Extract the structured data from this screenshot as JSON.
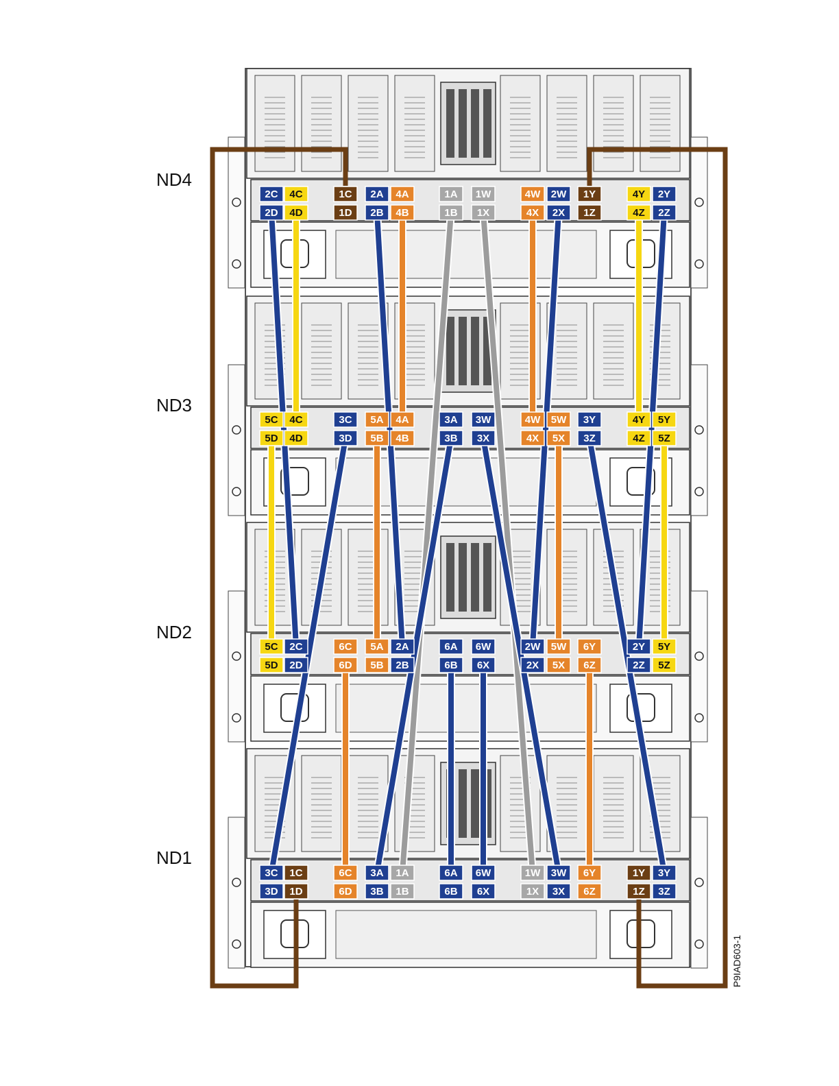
{
  "diagram": {
    "figure_id": "P9IAD603-1",
    "colors": {
      "blue": "#1f3f91",
      "orange": "#e5842a",
      "yellow": "#f6d712",
      "gray": "#a7a7a7",
      "brown": "#6b3e14"
    },
    "nodes": [
      {
        "id": "ND4",
        "label": "ND4"
      },
      {
        "id": "ND3",
        "label": "ND3"
      },
      {
        "id": "ND2",
        "label": "ND2"
      },
      {
        "id": "ND1",
        "label": "ND1"
      }
    ],
    "ports": {
      "ND4": [
        {
          "top": "2C",
          "bottom": "2D",
          "color": "blue"
        },
        {
          "top": "4C",
          "bottom": "4D",
          "color": "yellow"
        },
        {
          "top": "1C",
          "bottom": "1D",
          "color": "brown"
        },
        {
          "top": "2A",
          "bottom": "2B",
          "color": "blue"
        },
        {
          "top": "4A",
          "bottom": "4B",
          "color": "orange"
        },
        {
          "top": "1A",
          "bottom": "1B",
          "color": "gray"
        },
        {
          "top": "1W",
          "bottom": "1X",
          "color": "gray"
        },
        {
          "top": "4W",
          "bottom": "4X",
          "color": "orange"
        },
        {
          "top": "2W",
          "bottom": "2X",
          "color": "blue"
        },
        {
          "top": "1Y",
          "bottom": "1Z",
          "color": "brown"
        },
        {
          "top": "4Y",
          "bottom": "4Z",
          "color": "yellow"
        },
        {
          "top": "2Y",
          "bottom": "2Z",
          "color": "blue"
        }
      ],
      "ND3": [
        {
          "top": "5C",
          "bottom": "5D",
          "color": "yellow"
        },
        {
          "top": "4C",
          "bottom": "4D",
          "color": "yellow"
        },
        {
          "top": "3C",
          "bottom": "3D",
          "color": "blue"
        },
        {
          "top": "5A",
          "bottom": "5B",
          "color": "orange"
        },
        {
          "top": "4A",
          "bottom": "4B",
          "color": "orange"
        },
        {
          "top": "3A",
          "bottom": "3B",
          "color": "blue"
        },
        {
          "top": "3W",
          "bottom": "3X",
          "color": "blue"
        },
        {
          "top": "4W",
          "bottom": "4X",
          "color": "orange"
        },
        {
          "top": "5W",
          "bottom": "5X",
          "color": "orange"
        },
        {
          "top": "3Y",
          "bottom": "3Z",
          "color": "blue"
        },
        {
          "top": "4Y",
          "bottom": "4Z",
          "color": "yellow"
        },
        {
          "top": "5Y",
          "bottom": "5Z",
          "color": "yellow"
        }
      ],
      "ND2": [
        {
          "top": "5C",
          "bottom": "5D",
          "color": "yellow"
        },
        {
          "top": "2C",
          "bottom": "2D",
          "color": "blue"
        },
        {
          "top": "6C",
          "bottom": "6D",
          "color": "orange"
        },
        {
          "top": "5A",
          "bottom": "5B",
          "color": "orange"
        },
        {
          "top": "2A",
          "bottom": "2B",
          "color": "blue"
        },
        {
          "top": "6A",
          "bottom": "6B",
          "color": "blue"
        },
        {
          "top": "6W",
          "bottom": "6X",
          "color": "blue"
        },
        {
          "top": "2W",
          "bottom": "2X",
          "color": "blue"
        },
        {
          "top": "5W",
          "bottom": "5X",
          "color": "orange"
        },
        {
          "top": "6Y",
          "bottom": "6Z",
          "color": "orange"
        },
        {
          "top": "2Y",
          "bottom": "2Z",
          "color": "blue"
        },
        {
          "top": "5Y",
          "bottom": "5Z",
          "color": "yellow"
        }
      ],
      "ND1": [
        {
          "top": "3C",
          "bottom": "3D",
          "color": "blue"
        },
        {
          "top": "1C",
          "bottom": "1D",
          "color": "brown"
        },
        {
          "top": "6C",
          "bottom": "6D",
          "color": "orange"
        },
        {
          "top": "3A",
          "bottom": "3B",
          "color": "blue"
        },
        {
          "top": "1A",
          "bottom": "1B",
          "color": "gray"
        },
        {
          "top": "6A",
          "bottom": "6B",
          "color": "blue"
        },
        {
          "top": "6W",
          "bottom": "6X",
          "color": "blue"
        },
        {
          "top": "1W",
          "bottom": "1X",
          "color": "gray"
        },
        {
          "top": "3W",
          "bottom": "3X",
          "color": "blue"
        },
        {
          "top": "6Y",
          "bottom": "6Z",
          "color": "orange"
        },
        {
          "top": "1Y",
          "bottom": "1Z",
          "color": "brown"
        },
        {
          "top": "3Y",
          "bottom": "3Z",
          "color": "blue"
        }
      ]
    },
    "cables": [
      {
        "color": "blue",
        "from": "ND4:2D",
        "to": "ND2:2C"
      },
      {
        "color": "yellow",
        "from": "ND4:4D",
        "to": "ND3:4C"
      },
      {
        "color": "blue",
        "from": "ND4:2B",
        "to": "ND2:2A"
      },
      {
        "color": "orange",
        "from": "ND4:4B",
        "to": "ND3:4A"
      },
      {
        "color": "gray",
        "from": "ND4:1B",
        "to": "ND1:1A"
      },
      {
        "color": "gray",
        "from": "ND4:1X",
        "to": "ND1:1W"
      },
      {
        "color": "orange",
        "from": "ND4:4X",
        "to": "ND3:4W"
      },
      {
        "color": "blue",
        "from": "ND4:2X",
        "to": "ND2:2W"
      },
      {
        "color": "yellow",
        "from": "ND4:4Z",
        "to": "ND3:4Y"
      },
      {
        "color": "blue",
        "from": "ND4:2Z",
        "to": "ND2:2Y"
      },
      {
        "color": "yellow",
        "from": "ND3:5D",
        "to": "ND2:5C"
      },
      {
        "color": "blue",
        "from": "ND3:3D",
        "to": "ND1:3C"
      },
      {
        "color": "orange",
        "from": "ND3:5B",
        "to": "ND2:5A"
      },
      {
        "color": "blue",
        "from": "ND3:3B",
        "to": "ND1:3A"
      },
      {
        "color": "blue",
        "from": "ND3:3X",
        "to": "ND1:3W"
      },
      {
        "color": "orange",
        "from": "ND3:5X",
        "to": "ND2:5W"
      },
      {
        "color": "blue",
        "from": "ND3:3Z",
        "to": "ND1:3Y"
      },
      {
        "color": "yellow",
        "from": "ND3:5Z",
        "to": "ND2:5Y"
      },
      {
        "color": "orange",
        "from": "ND2:6D",
        "to": "ND1:6C"
      },
      {
        "color": "blue",
        "from": "ND2:6B",
        "to": "ND1:6A"
      },
      {
        "color": "blue",
        "from": "ND2:6X",
        "to": "ND1:6W"
      },
      {
        "color": "orange",
        "from": "ND2:6Z",
        "to": "ND1:6Y"
      },
      {
        "color": "brown",
        "from": "ND4:1C",
        "to": "ND1:1D",
        "route": "outside-left"
      },
      {
        "color": "brown",
        "from": "ND4:1Y",
        "to": "ND1:1Z",
        "route": "outside-right"
      }
    ]
  }
}
